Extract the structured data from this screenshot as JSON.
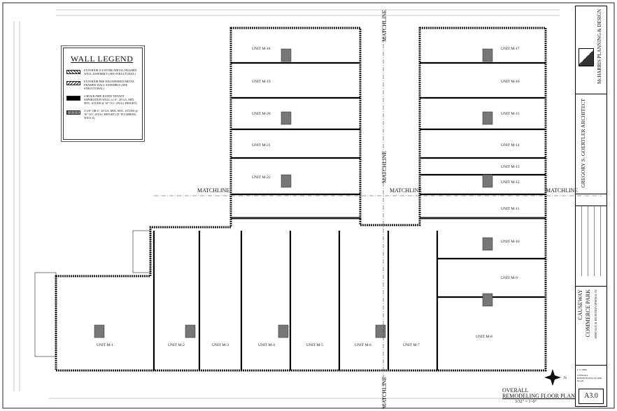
{
  "legend": {
    "title": "WALL LEGEND",
    "items": [
      {
        "pattern": "hatch-diagonal",
        "text": "EXTERIOR (CUSTOM) METAL FRAMED WALL ASSEMBLY (SEE STRUCTURAL)"
      },
      {
        "pattern": "hatch-reverse",
        "text": "EXTERIOR PRE-ENGINEERED METAL FRAMED WALL ASSEMBLY (SEE STRUCTURAL)"
      },
      {
        "pattern": "solid",
        "text": "2-HOUR FIRE RATED TENANT SEPARATION WALL w/ 6\", 20 GA. MIN. MTL. STUDS @ 16\" O.C. (FULL HEIGHT)"
      },
      {
        "pattern": "hatch-vertical",
        "text": "3-5/8\" OR 6\", 20 GA. MIN. MTL. STUDS @ 16\" O.C. (FULL HEIGHT) (6\" PLUMBING WALLS)"
      }
    ]
  },
  "matchline_label": "MATCHLINE",
  "units": [
    "UNIT M-1",
    "UNIT M-2",
    "UNIT M-3",
    "UNIT M-4",
    "UNIT M-5",
    "UNIT M-6",
    "UNIT M-7",
    "UNIT M-8",
    "UNIT M-9",
    "UNIT M-10",
    "UNIT M-11",
    "UNIT M-12",
    "UNIT M-13",
    "UNIT M-14",
    "UNIT M-15",
    "UNIT M-16",
    "UNIT M-17",
    "UNIT M-18",
    "UNIT M-19",
    "UNIT M-20",
    "UNIT M-21",
    "UNIT M-22"
  ],
  "title_block": {
    "firm_logo": "McHARRIS PLANNING & DESIGN",
    "architect": "GREGORY S. GOERTLER ARCHITECT",
    "project_name_1": "CAUSEWAY",
    "project_name_2": "COMMERCE PARK",
    "project_address": "28090 OLD 41 RD BONITA SPRINGS, FL",
    "project_number": "C17-0600",
    "sheet_title": "OVERALL REMODELING FLOOR PLAN",
    "sheet_number": "A3.0"
  },
  "plan_title": {
    "line1": "OVERALL",
    "line2": "REMODELING FLOOR PLAN",
    "scale": "3/32\" = 1'-0\""
  },
  "north_label": "N"
}
